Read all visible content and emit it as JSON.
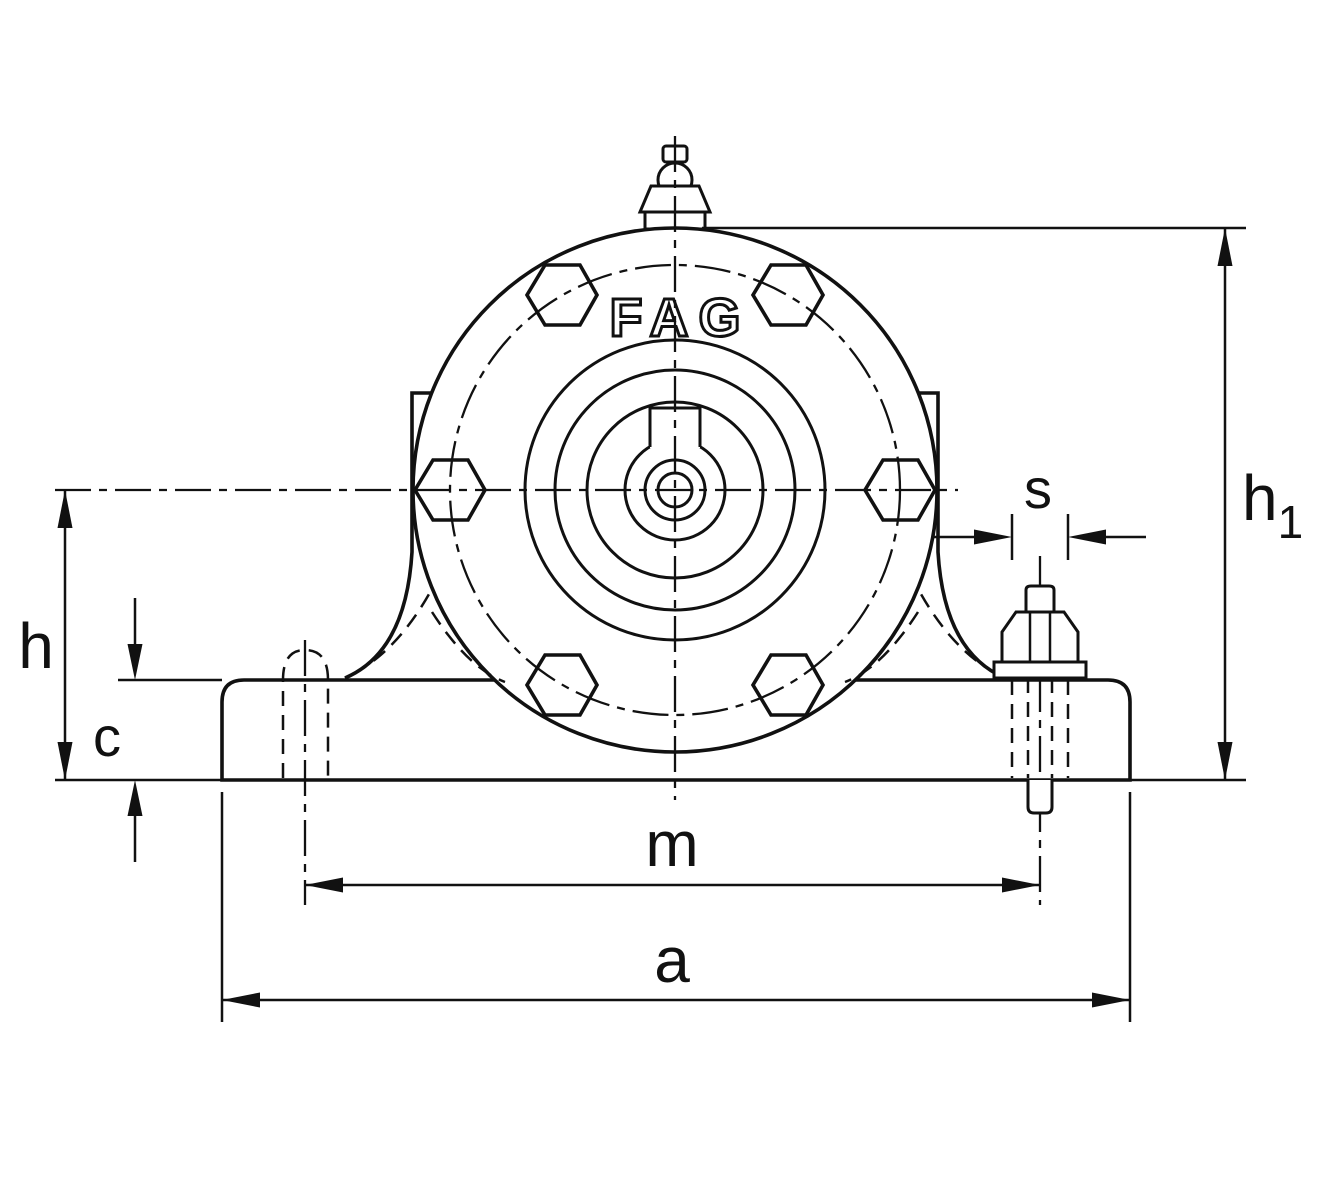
{
  "diagram": {
    "brand_logo": "FAG",
    "labels": {
      "center_height": "h",
      "base_thickness": "c",
      "total_height_main": "h",
      "total_height_sub": "1",
      "slot_width": "s",
      "hole_spacing": "m",
      "base_length": "a"
    },
    "colors": {
      "line": "#111111",
      "background": "#ffffff"
    }
  }
}
